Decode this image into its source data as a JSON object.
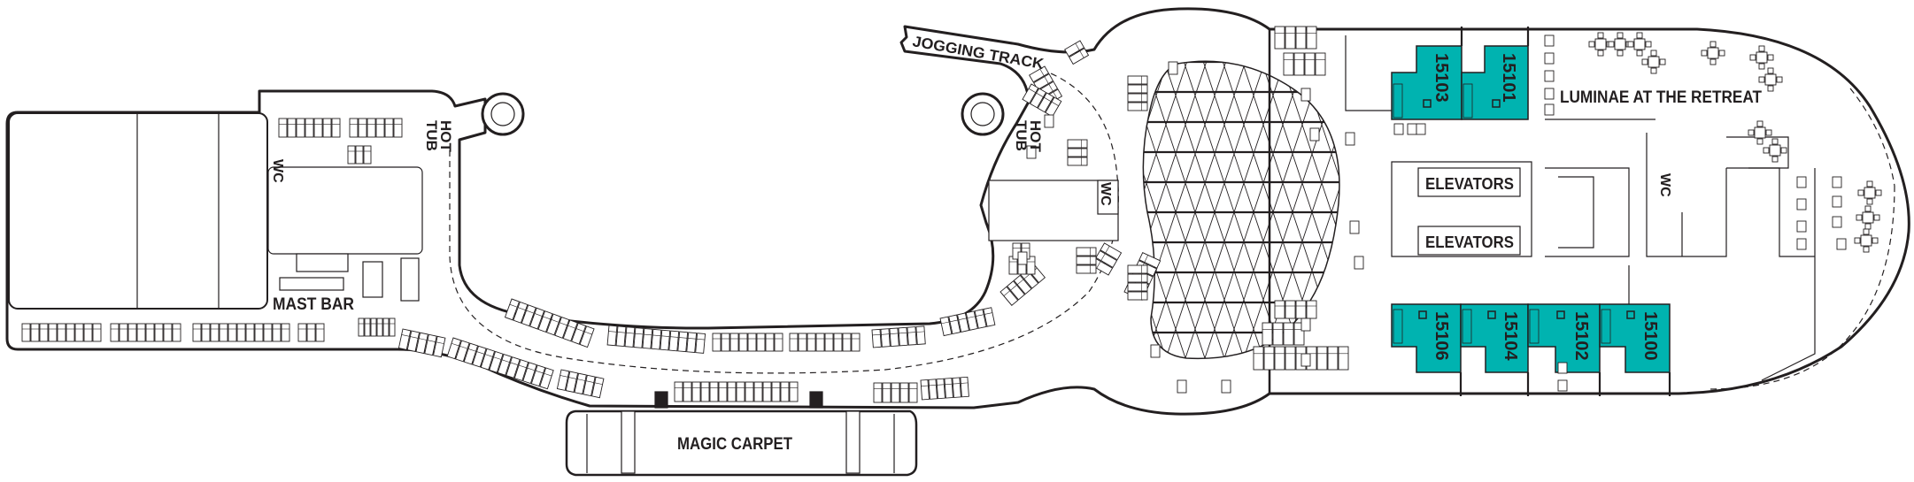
{
  "deck": {
    "colors": {
      "cabin_fill": "#00b3b0",
      "line": "#231f20",
      "background": "#ffffff"
    },
    "labels": {
      "mast_bar": "MAST BAR",
      "hot_tub_left_1": "HOT",
      "hot_tub_left_2": "TUB",
      "hot_tub_right_1": "HOT",
      "hot_tub_right_2": "TUB",
      "wc_left": "WC",
      "wc_center": "WC",
      "wc_right": "WC",
      "jogging_track": "JOGGING TRACK",
      "magic_carpet": "MAGIC CARPET",
      "elevators_top": "ELEVATORS",
      "elevators_bottom": "ELEVATORS",
      "luminae": "LUMINAE AT THE RETREAT"
    },
    "cabins": [
      {
        "number": "15103"
      },
      {
        "number": "15101"
      },
      {
        "number": "15106"
      },
      {
        "number": "15104"
      },
      {
        "number": "15102"
      },
      {
        "number": "15100"
      }
    ]
  }
}
